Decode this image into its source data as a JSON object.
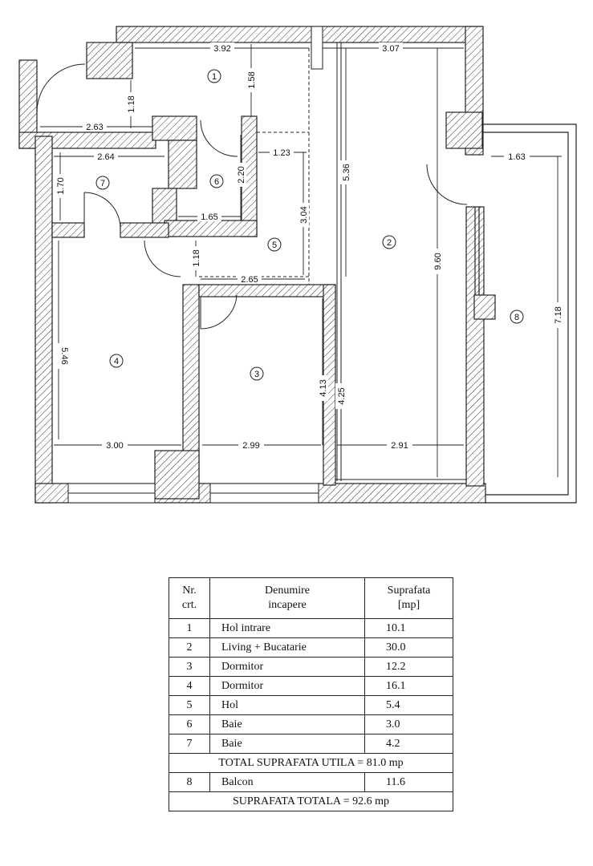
{
  "plan": {
    "dimensions": {
      "d392": "3.92",
      "d158": "1.58",
      "d307": "3.07",
      "d118a": "1.18",
      "d263": "2.63",
      "d264": "2.64",
      "d220": "2.20",
      "d123": "1.23",
      "d536": "5.36",
      "d163": "1.63",
      "d170": "1.70",
      "d165": "1.65",
      "d304": "3.04",
      "d118b": "1.18",
      "d265": "2.65",
      "d960": "9.60",
      "d546": "5.46",
      "d718": "7.18",
      "d413": "4.13",
      "d425": "4.25",
      "d300": "3.00",
      "d299": "2.99",
      "d291": "2.91"
    },
    "room_numbers": {
      "r1": "1",
      "r2": "2",
      "r3": "3",
      "r4": "4",
      "r5": "5",
      "r6": "6",
      "r7": "7",
      "r8": "8"
    }
  },
  "table": {
    "header": {
      "nr_1": "Nr.",
      "nr_2": "crt.",
      "name_1": "Denumire",
      "name_2": "incapere",
      "area_1": "Suprafata",
      "area_2": "[mp]"
    },
    "rows": [
      {
        "nr": "1",
        "name": "Hol intrare",
        "area": "10.1"
      },
      {
        "nr": "2",
        "name": "Living + Bucatarie",
        "area": "30.0"
      },
      {
        "nr": "3",
        "name": "Dormitor",
        "area": "12.2"
      },
      {
        "nr": "4",
        "name": "Dormitor",
        "area": "16.1"
      },
      {
        "nr": "5",
        "name": "Hol",
        "area": "5.4"
      },
      {
        "nr": "6",
        "name": "Baie",
        "area": "3.0"
      },
      {
        "nr": "7",
        "name": "Baie",
        "area": "4.2"
      }
    ],
    "total_util": "TOTAL SUPRAFATA UTILA = 81.0 mp",
    "balcony": {
      "nr": "8",
      "name": "Balcon",
      "area": "11.6"
    },
    "total": "SUPRAFATA TOTALA = 92.6 mp"
  }
}
